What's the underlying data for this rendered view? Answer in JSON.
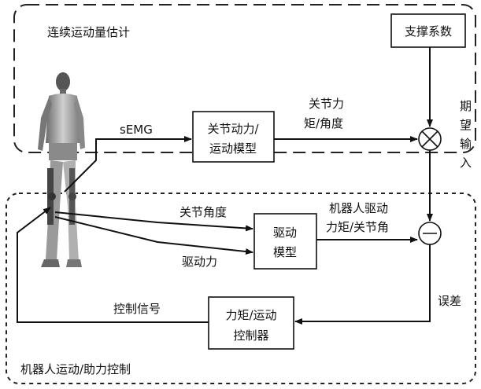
{
  "regions": {
    "estimation": "连续运动量估计",
    "control": "机器人运动/助力控制"
  },
  "blocks": {
    "support_coeff": "支撑系数",
    "joint_model_line1": "关节动力/",
    "joint_model_line2": "运动模型",
    "drive_model_line1": "驱动",
    "drive_model_line2": "模型",
    "controller_line1": "力矩/运动",
    "controller_line2": "控制器"
  },
  "signals": {
    "semg": "sEMG",
    "joint_torque_line1": "关节力",
    "joint_torque_line2": "矩/角度",
    "expected_1": "期",
    "expected_2": "望",
    "expected_3": "输",
    "expected_4": "入",
    "joint_angle": "关节角度",
    "drive_force": "驱动力",
    "robot_drive_line1": "机器人驱动",
    "robot_drive_line2": "力矩/关节角",
    "error": "误差",
    "control_signal": "控制信号"
  },
  "figure": {
    "name": "human-exoskeleton"
  }
}
